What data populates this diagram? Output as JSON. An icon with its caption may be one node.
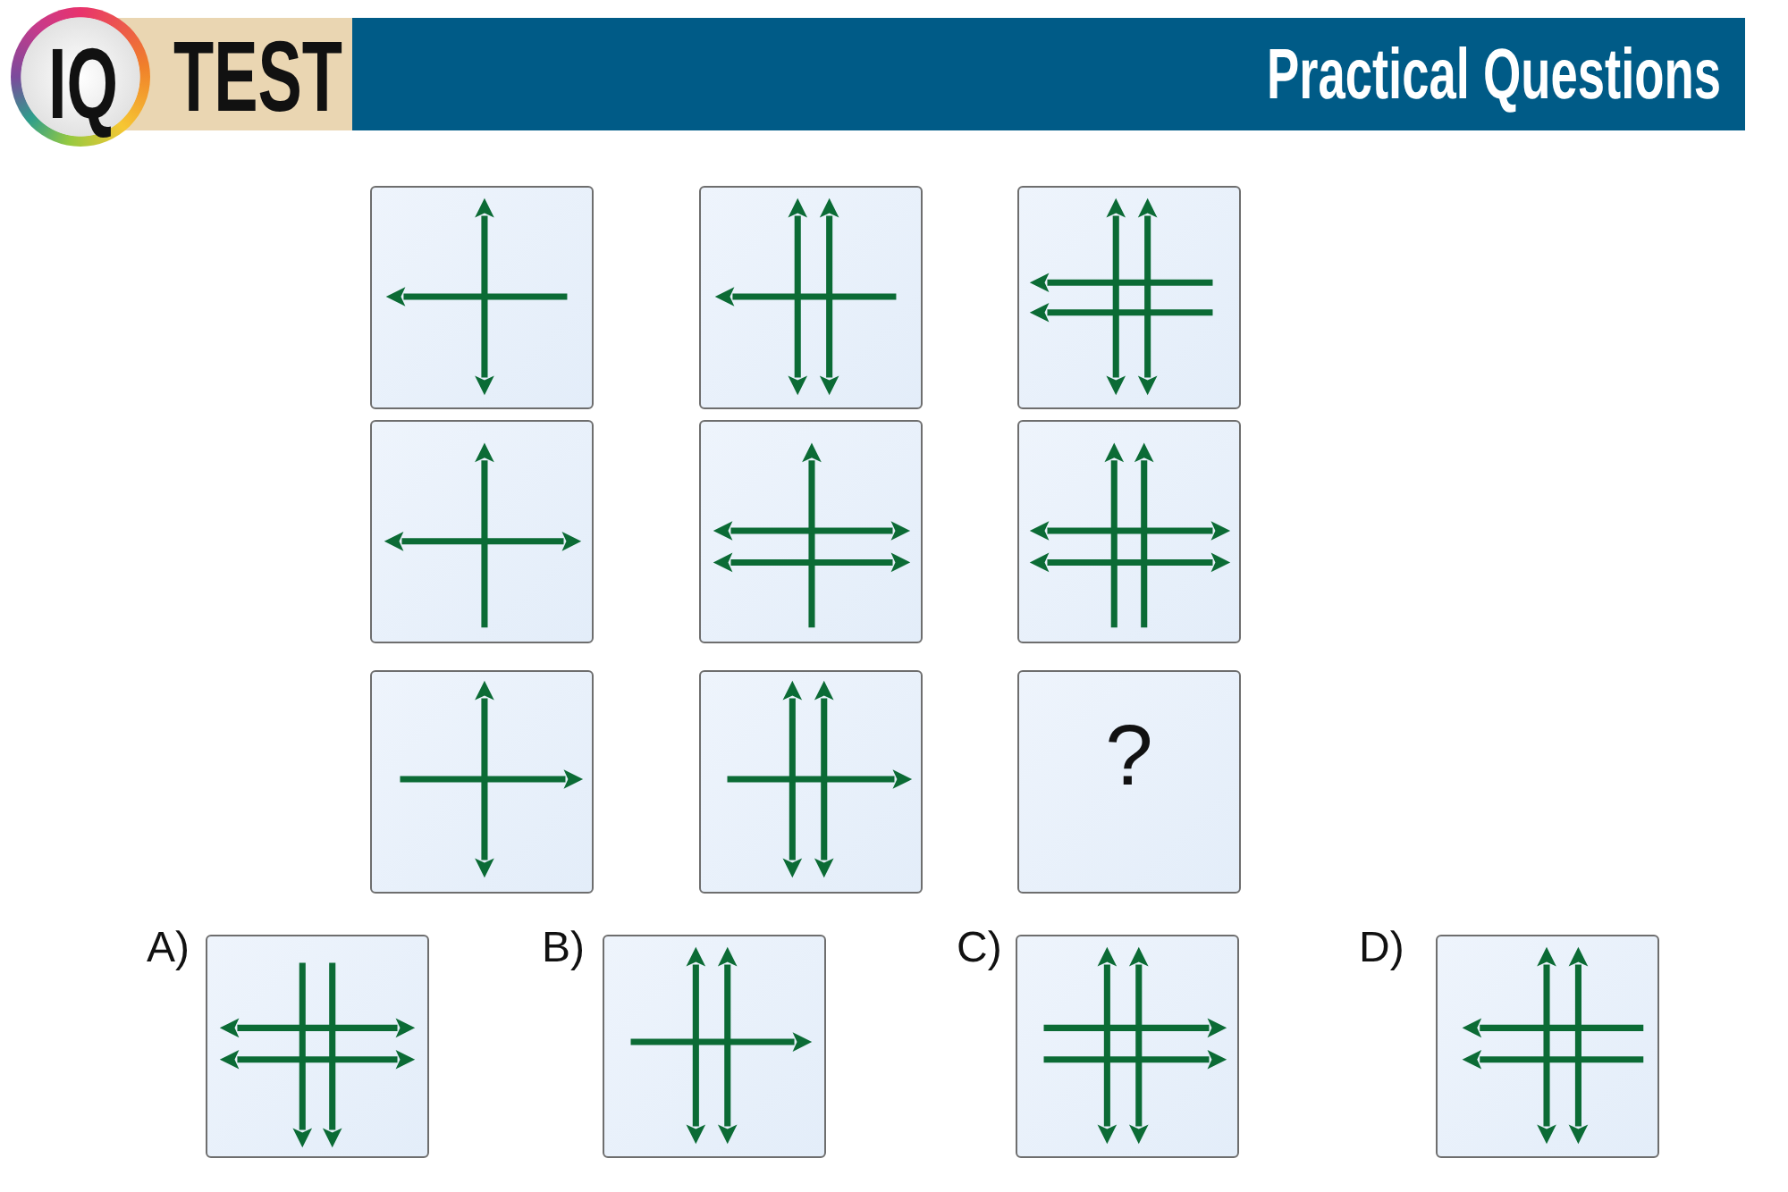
{
  "diagram": {
    "title": "Practical Questions",
    "nodes": [
      {
        "text": [],
        "shape": "box"
      },
      {
        "text": [],
        "shape": "box"
      },
      {
        "text": [],
        "shape": "box"
      },
      {
        "text": [],
        "shape": "box"
      },
      {
        "text": [],
        "shape": "box"
      },
      {
        "text": [],
        "shape": "box"
      },
      {
        "text": [],
        "shape": "box"
      },
      {
        "text": [],
        "shape": "box"
      },
      {
        "text": [
          "?"
        ]
      },
      {
        "text": [
          "A)"
        ]
      },
      {
        "text": [
          "B)"
        ]
      },
      {
        "text": [
          "C)"
        ]
      },
      {
        "text": [
          "D)"
        ]
      }
    ],
    "labels": [
      "IQ",
      "TEST"
    ]
  }
}
